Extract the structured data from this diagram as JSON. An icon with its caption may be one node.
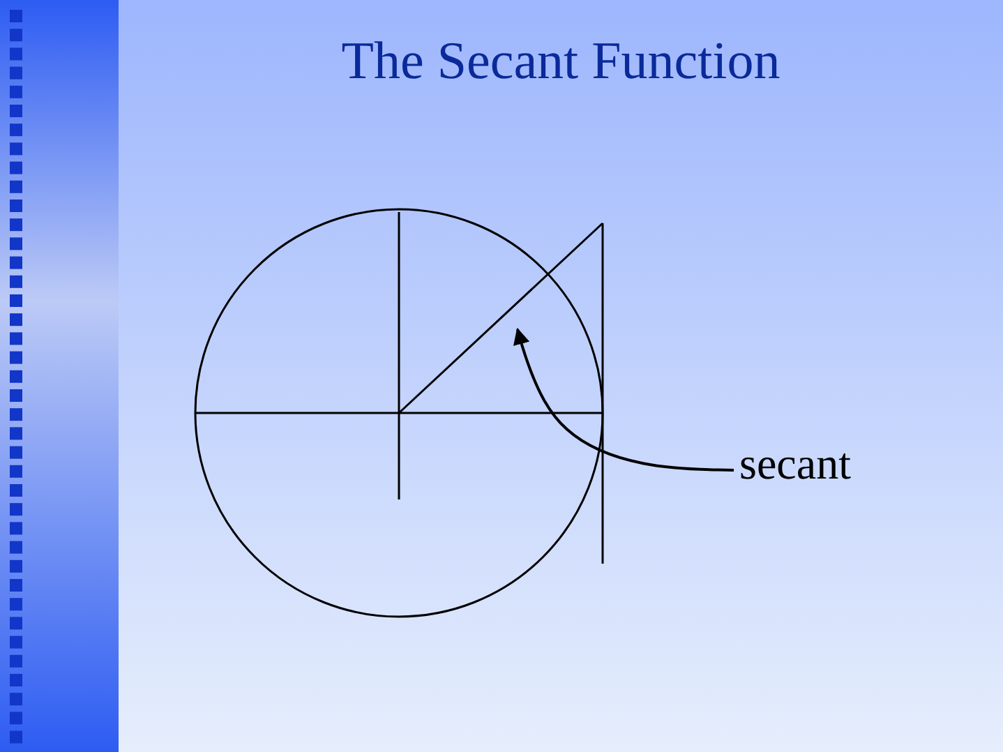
{
  "diagram": {
    "title": "The Secant Function",
    "nodes": [
      {
        "text": [
          "secant"
        ]
      },
      {
        "text": [],
        "shape": "line"
      }
    ],
    "edges": [
      {
        "from": 0,
        "to": 1,
        "arrow": "to"
      }
    ]
  }
}
